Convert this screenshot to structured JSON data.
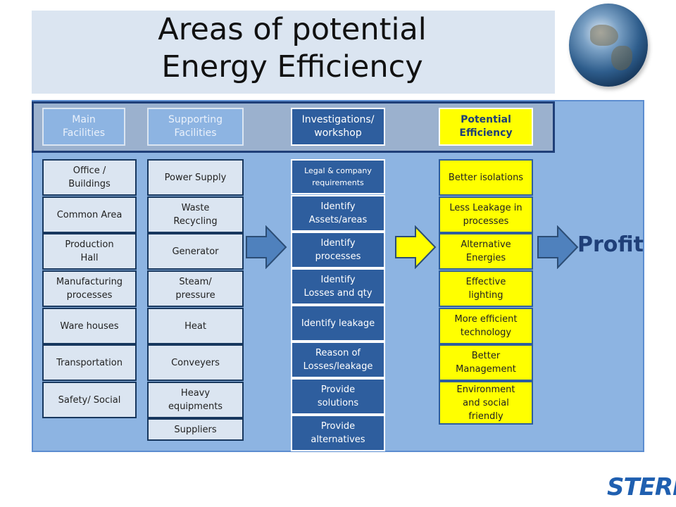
{
  "title": {
    "line1": "Areas of potential",
    "line2": "Energy Efficiency"
  },
  "headers": {
    "main": "Main\nFacilities",
    "supporting": "Supporting\nFacilities",
    "investigations": "Investigations/\nworkshop",
    "potential": "Potential\nEfficiency"
  },
  "main_facilities": [
    "Office /\nBuildings",
    "Common Area",
    "Production\nHall",
    "Manufacturing\nprocesses",
    "Ware houses",
    "Transportation",
    "Safety/ Social"
  ],
  "supporting_facilities": [
    "Power Supply",
    "Waste\nRecycling",
    "Generator",
    "Steam/\npressure",
    "Heat",
    "Conveyers",
    "Heavy\nequipments",
    "Suppliers"
  ],
  "investigations": [
    "Legal & company\nrequirements",
    "Identify\nAssets/areas",
    "Identify\nprocesses",
    "Identify\nLosses and qty",
    "Identify leakage",
    "Reason of\nLosses/leakage",
    "Provide\nsolutions",
    "Provide\nalternatives"
  ],
  "potential_efficiency": [
    "Better isolations",
    "Less Leakage in\nprocesses",
    "Alternative\nEnergies",
    "Effective\nlighting",
    "More efficient\ntechnology",
    "Better\nManagement",
    "Environment\nand social\nfriendly"
  ],
  "profit": "Profit",
  "logo": "STERN",
  "colors": {
    "panel": "#8db4e2",
    "dark_box": "#2e5e9e",
    "highlight": "#ffff00",
    "header_border": "#1f3f78"
  },
  "icons": [
    "globe-icon",
    "right-arrow-icon"
  ]
}
